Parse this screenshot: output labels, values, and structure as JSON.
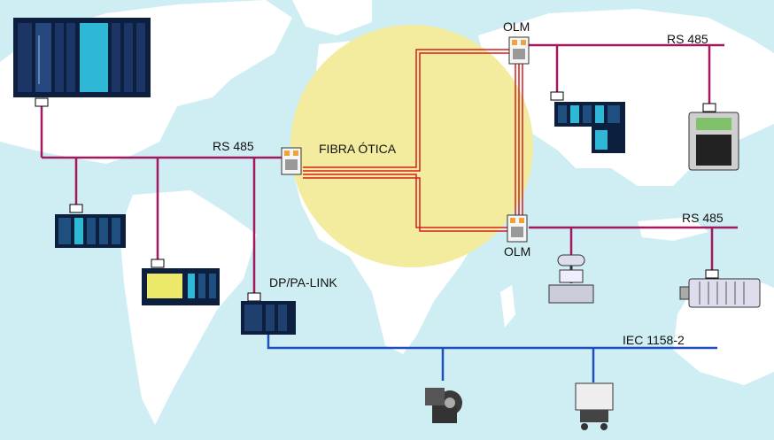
{
  "labels": {
    "olm_top": "OLM",
    "olm_bottom": "OLM",
    "rs485_top_right": "RS 485",
    "rs485_left": "RS 485",
    "fiber": "FIBRA ÓTICA",
    "rs485_mid_right": "RS 485",
    "dp_pa_link": "DP/PA-LINK",
    "iec": "IEC 1158-2"
  },
  "colors": {
    "background": "#cfeef3",
    "continents": "#ffffff",
    "fiber_zone": "#f3ec9e",
    "profibus_line": "#a3185f",
    "fiber_line": "#d61f1f",
    "pa_line": "#1f4fbf",
    "device_dark": "#0d1f3f",
    "device_accent": "#2fb7d6"
  },
  "icons": [
    "plc-rack-icon",
    "io-module-icon",
    "operator-panel-icon",
    "dp-pa-link-icon",
    "olm-module-icon",
    "drive-cabinet-icon",
    "handheld-terminal-icon",
    "valve-icon",
    "motor-icon",
    "transmitter-icon",
    "positioner-icon"
  ]
}
